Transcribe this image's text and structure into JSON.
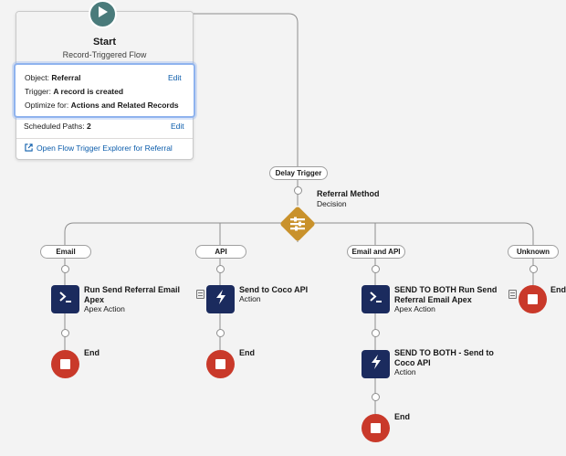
{
  "start": {
    "title": "Start",
    "subtitle": "Record-Triggered Flow",
    "object_label": "Object:",
    "object_value": "Referral",
    "trigger_label": "Trigger:",
    "trigger_value": "A record is created",
    "optimize_label": "Optimize for:",
    "optimize_value": "Actions and Related Records",
    "edit_label": "Edit",
    "scheduled_label": "Scheduled Paths:",
    "scheduled_value": "2",
    "explorer_link": "Open Flow Trigger Explorer for Referral"
  },
  "delay_trigger": "Delay Trigger",
  "decision": {
    "title": "Referral Method",
    "type": "Decision"
  },
  "branches": {
    "email": "Email",
    "api": "API",
    "email_api": "Email and API",
    "unknown": "Unknown"
  },
  "actions": {
    "email_action": {
      "title": "Run Send Referral Email Apex",
      "type": "Apex Action"
    },
    "api_action": {
      "title": "Send to Coco API",
      "type": "Action"
    },
    "both_email_action": {
      "title": "SEND TO BOTH Run Send Referral Email Apex",
      "type": "Apex Action"
    },
    "both_api_action": {
      "title": "SEND TO BOTH - Send to Coco API",
      "type": "Action"
    }
  },
  "end_label": "End",
  "colors": {
    "start_play": "#4a7b7b",
    "decision": "#c9922c",
    "action": "#1b2b5e",
    "end": "#c9392a",
    "link": "#0b5cab"
  }
}
